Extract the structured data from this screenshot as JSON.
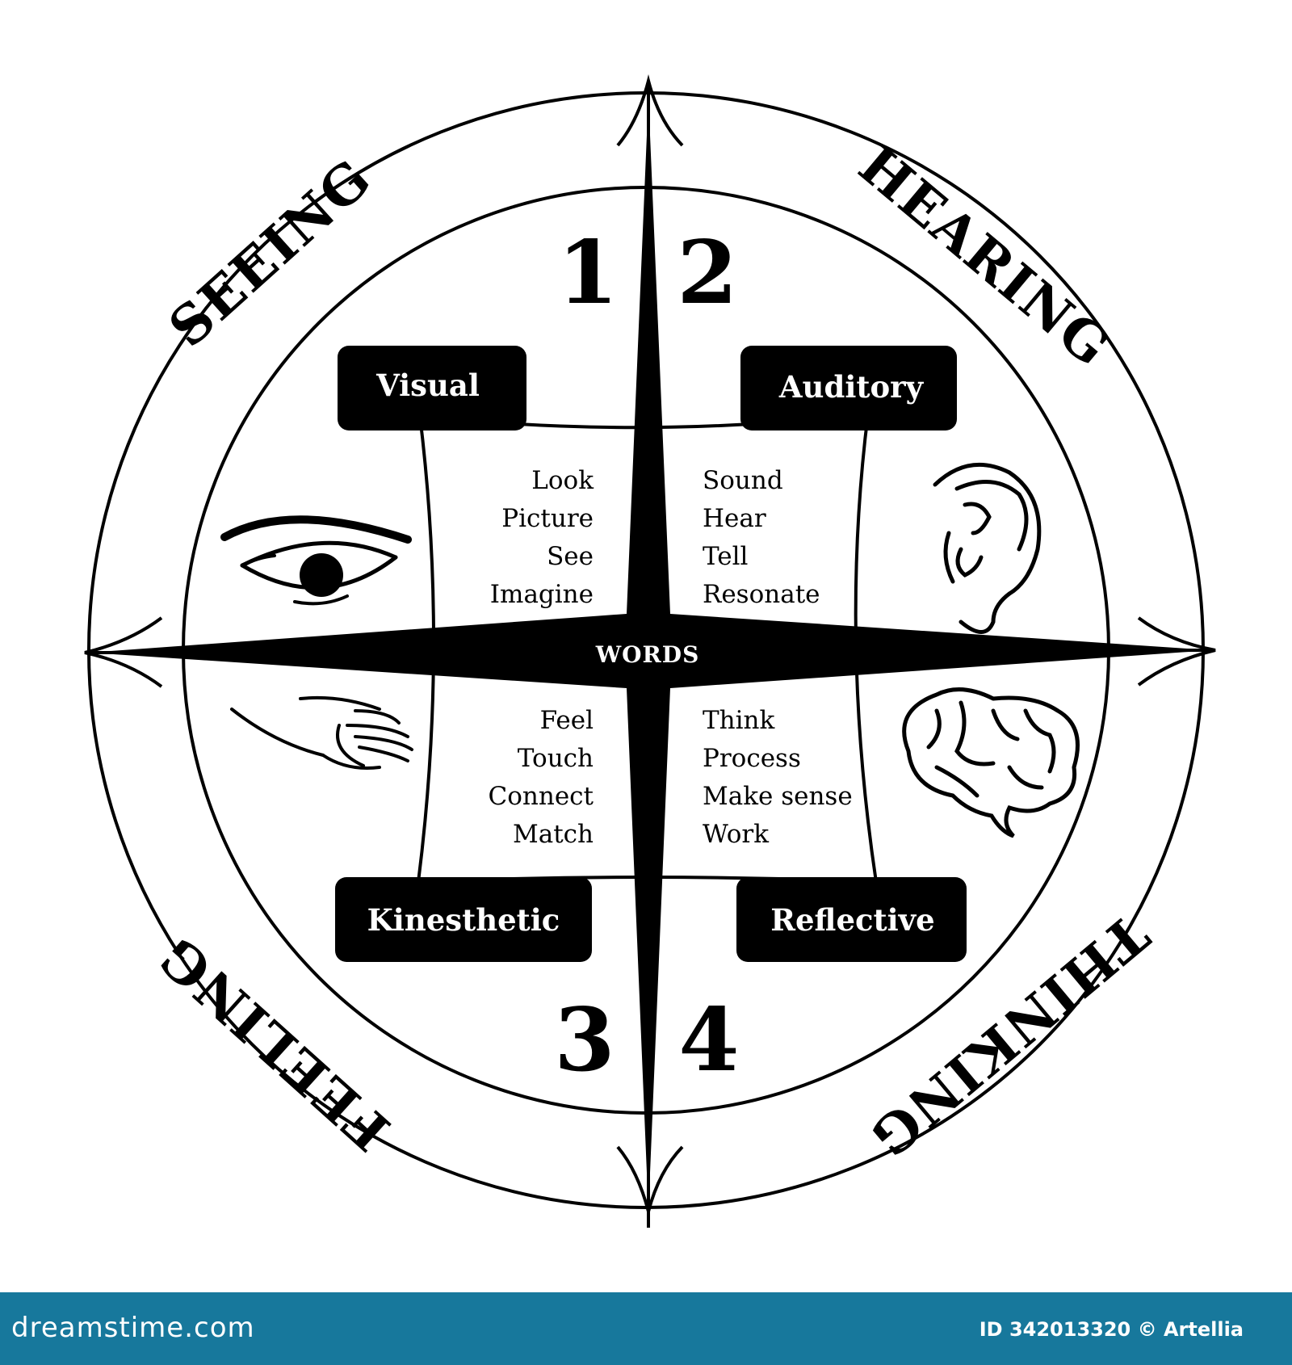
{
  "ring": {
    "top_left": "SEEING",
    "top_right": "HEARING",
    "bottom_left": "FEELING",
    "bottom_right": "THINKING"
  },
  "numbers": {
    "q1": "1",
    "q2": "2",
    "q3": "3",
    "q4": "4"
  },
  "center": "WORDS",
  "quadrants": {
    "visual": {
      "title": "Visual",
      "words": [
        "Look",
        "Picture",
        "See",
        "Imagine"
      ],
      "icon": "eye-icon"
    },
    "auditory": {
      "title": "Auditory",
      "words": [
        "Sound",
        "Hear",
        "Tell",
        "Resonate"
      ],
      "icon": "ear-icon"
    },
    "kinesthetic": {
      "title": "Kinesthetic",
      "words": [
        "Feel",
        "Touch",
        "Connect",
        "Match"
      ],
      "icon": "hand-icon"
    },
    "reflective": {
      "title": "Reflective",
      "words": [
        "Think",
        "Process",
        "Make sense",
        "Work"
      ],
      "icon": "brain-icon"
    }
  },
  "footer": {
    "brand": "dreamstime.com",
    "credit": "ID 342013320 © Artellia",
    "color": "#17789c"
  }
}
